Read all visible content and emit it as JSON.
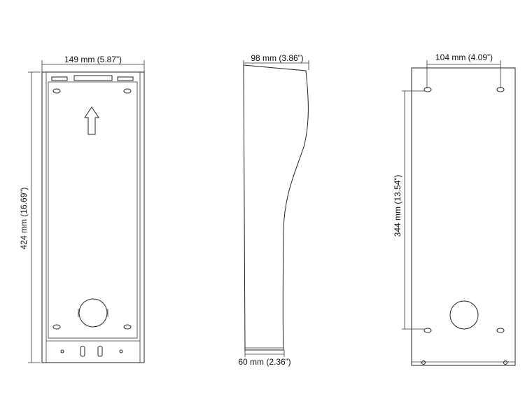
{
  "front_view": {
    "width_label": "149 mm (5.87”)",
    "height_label": "424 mm (16.69”)"
  },
  "side_view": {
    "top_depth_label": "98 mm (3.86”)",
    "bottom_depth_label": "60 mm (2.36”)"
  },
  "back_view": {
    "hole_spacing_width_label": "104 mm (4.09”)",
    "hole_spacing_height_label": "344 mm (13.54”)"
  }
}
